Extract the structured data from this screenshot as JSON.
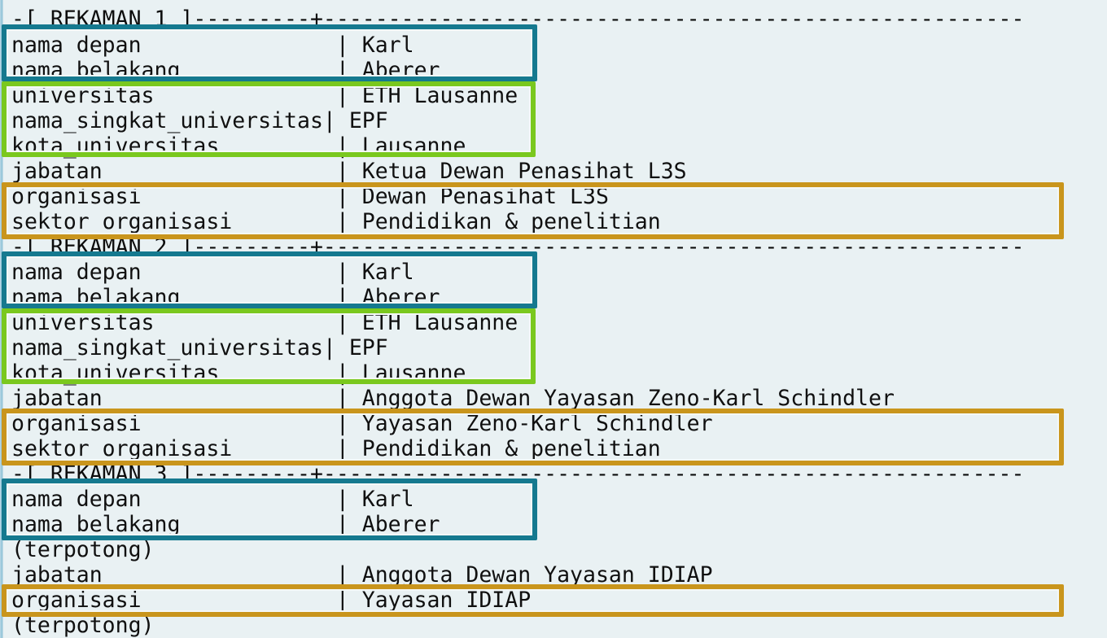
{
  "terminal": {
    "background_color": "#e9f1f3",
    "text_color": "#101010",
    "separator_char": "-",
    "divider_char": "+",
    "column_separator": "|",
    "truncated_marker": "(terpotong)"
  },
  "highlight_colors": {
    "teal": "#15798f",
    "green": "#7ac81e",
    "orange": "#c9951c"
  },
  "records": [
    {
      "header": "-[ REKAMAN 1 ]---------+------------------------------------------------------",
      "rows": [
        {
          "key": "nama depan",
          "value": "Karl",
          "group": "name"
        },
        {
          "key": "nama belakang",
          "value": "Aberer",
          "group": "name"
        },
        {
          "key": "universitas",
          "value": "ETH Lausanne",
          "group": "university"
        },
        {
          "key": "nama_singkat_universitas",
          "value": "EPF",
          "group": "university"
        },
        {
          "key": "kota_universitas",
          "value": "Lausanne",
          "group": "university"
        },
        {
          "key": "jabatan",
          "value": "Ketua Dewan Penasihat L3S",
          "group": "none"
        },
        {
          "key": "organisasi",
          "value": "Dewan Penasihat L3S",
          "group": "organization"
        },
        {
          "key": "sektor_organisasi",
          "value": "Pendidikan & penelitian",
          "group": "organization"
        }
      ]
    },
    {
      "header": "-[ REKAMAN 2 ]---------+------------------------------------------------------",
      "rows": [
        {
          "key": "nama depan",
          "value": "Karl",
          "group": "name"
        },
        {
          "key": "nama belakang",
          "value": "Aberer",
          "group": "name"
        },
        {
          "key": "universitas",
          "value": "ETH Lausanne",
          "group": "university"
        },
        {
          "key": "nama_singkat_universitas",
          "value": "EPF",
          "group": "university"
        },
        {
          "key": "kota_universitas",
          "value": "Lausanne",
          "group": "university"
        },
        {
          "key": "jabatan",
          "value": "Anggota Dewan Yayasan Zeno-Karl Schindler",
          "group": "none"
        },
        {
          "key": "organisasi",
          "value": "Yayasan Zeno-Karl Schindler",
          "group": "organization"
        },
        {
          "key": "sektor_organisasi",
          "value": "Pendidikan & penelitian",
          "group": "organization"
        }
      ]
    },
    {
      "header": "-[ REKAMAN 3 ]---------+------------------------------------------------------",
      "rows": [
        {
          "key": "nama depan",
          "value": "Karl",
          "group": "name"
        },
        {
          "key": "nama belakang",
          "value": "Aberer",
          "group": "name"
        },
        {
          "key": "(terpotong)",
          "value": "",
          "group": "truncated"
        },
        {
          "key": "jabatan",
          "value": "Anggota Dewan Yayasan IDIAP",
          "group": "none"
        },
        {
          "key": "organisasi",
          "value": "Yayasan IDIAP",
          "group": "organization"
        },
        {
          "key": "(terpotong)",
          "value": "",
          "group": "truncated"
        }
      ]
    }
  ],
  "lines": [
    {
      "id": "r1-header",
      "text": "-[ REKAMAN 1 ]---------+------------------------------------------------------"
    },
    {
      "id": "r1-l1",
      "text": "nama depan               | Karl"
    },
    {
      "id": "r1-l2",
      "text": "nama belakang            | Aberer"
    },
    {
      "id": "r1-l3",
      "text": "universitas              | ETH Lausanne"
    },
    {
      "id": "r1-l4",
      "text": "nama_singkat_universitas| EPF"
    },
    {
      "id": "r1-l5",
      "text": "kota_universitas         | Lausanne"
    },
    {
      "id": "r1-l6",
      "text": "jabatan                  | Ketua Dewan Penasihat L3S"
    },
    {
      "id": "r1-l7",
      "text": "organisasi               | Dewan Penasihat L3S"
    },
    {
      "id": "r1-l8",
      "text": "sektor_organisasi        | Pendidikan & penelitian"
    },
    {
      "id": "r2-header",
      "text": "-[ REKAMAN 2 ]---------+------------------------------------------------------"
    },
    {
      "id": "r2-l1",
      "text": "nama depan               | Karl"
    },
    {
      "id": "r2-l2",
      "text": "nama belakang            | Aberer"
    },
    {
      "id": "r2-l3",
      "text": "universitas              | ETH Lausanne"
    },
    {
      "id": "r2-l4",
      "text": "nama_singkat_universitas| EPF"
    },
    {
      "id": "r2-l5",
      "text": "kota_universitas         | Lausanne"
    },
    {
      "id": "r2-l6",
      "text": "jabatan                  | Anggota Dewan Yayasan Zeno-Karl Schindler"
    },
    {
      "id": "r2-l7",
      "text": "organisasi               | Yayasan Zeno-Karl Schindler"
    },
    {
      "id": "r2-l8",
      "text": "sektor_organisasi        | Pendidikan & penelitian"
    },
    {
      "id": "r3-header",
      "text": "-[ REKAMAN 3 ]---------+------------------------------------------------------"
    },
    {
      "id": "r3-l1",
      "text": "nama depan               | Karl"
    },
    {
      "id": "r3-l2",
      "text": "nama belakang            | Aberer"
    },
    {
      "id": "r3-l3",
      "text": "(terpotong)"
    },
    {
      "id": "r3-l4",
      "text": "jabatan                  | Anggota Dewan Yayasan IDIAP"
    },
    {
      "id": "r3-l5",
      "text": "organisasi               | Yayasan IDIAP"
    },
    {
      "id": "r3-l6",
      "text": "(terpotong)"
    }
  ]
}
